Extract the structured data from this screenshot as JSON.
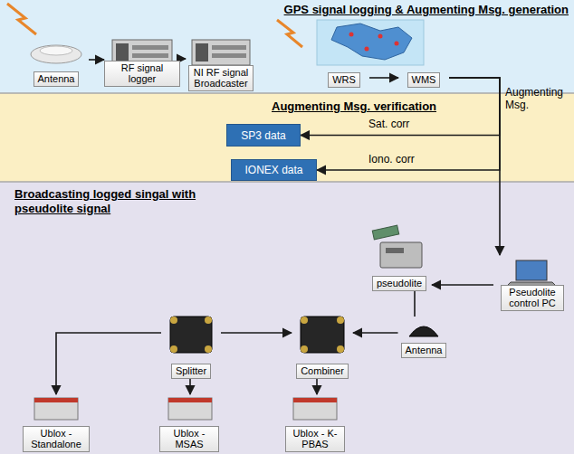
{
  "diagram": {
    "nodes": [
      {
        "text": [
          "GPS signal logging & Augmenting Msg. generation"
        ]
      },
      {
        "text": [
          "Antenna"
        ],
        "in": 0
      },
      {
        "text": [
          "RF signal logger"
        ],
        "in": 0
      },
      {
        "text": [
          "NI RF signal Broadcaster"
        ],
        "in": 0
      },
      {
        "text": [
          "WRS"
        ],
        "in": 0
      },
      {
        "text": [
          "WMS"
        ],
        "in": 0
      },
      {
        "text": [
          "Augmenting Msg. verification"
        ]
      },
      {
        "text": [
          "SP3 data"
        ],
        "in": 6
      },
      {
        "text": [
          "IONEX data"
        ],
        "in": 6
      },
      {
        "text": [
          "Broadcasting logged singal with pseudolite signal"
        ]
      },
      {
        "text": [
          "Pseudolite control PC"
        ],
        "in": 9
      },
      {
        "text": [
          "pseudolite"
        ],
        "in": 9
      },
      {
        "text": [
          "Antenna"
        ],
        "in": 9
      },
      {
        "text": [
          "Combiner"
        ],
        "in": 9
      },
      {
        "text": [
          "Splitter"
        ],
        "in": 9
      },
      {
        "text": [
          "Ublox - Standalone"
        ],
        "in": 9
      },
      {
        "text": [
          "Ublox - MSAS"
        ],
        "in": 9
      },
      {
        "text": [
          "Ublox - K-PBAS"
        ],
        "in": 9
      }
    ],
    "edges": [
      {
        "from": 1,
        "to": 2,
        "arrow": "to"
      },
      {
        "from": 2,
        "to": 3,
        "arrow": "to"
      },
      {
        "from": 4,
        "to": 5,
        "arrow": "to"
      },
      {
        "from": 5,
        "to": 7,
        "label": "Sat. corr",
        "arrow": "to"
      },
      {
        "from": 5,
        "to": 8,
        "label": "Iono. corr",
        "arrow": "to"
      },
      {
        "from": 5,
        "to": 10,
        "label": "Augmenting Msg.",
        "arrow": "to"
      },
      {
        "from": 10,
        "to": 11,
        "arrow": "to"
      },
      {
        "from": 11,
        "to": 12,
        "arrow": "none"
      },
      {
        "from": 12,
        "to": 13,
        "arrow": "to"
      },
      {
        "from": 14,
        "to": 13,
        "arrow": "to"
      },
      {
        "from": 14,
        "to": 15,
        "arrow": "to"
      },
      {
        "from": 13,
        "to": 17,
        "arrow": "to"
      },
      {
        "from": 14,
        "to": 16,
        "arrow": "to"
      }
    ]
  }
}
